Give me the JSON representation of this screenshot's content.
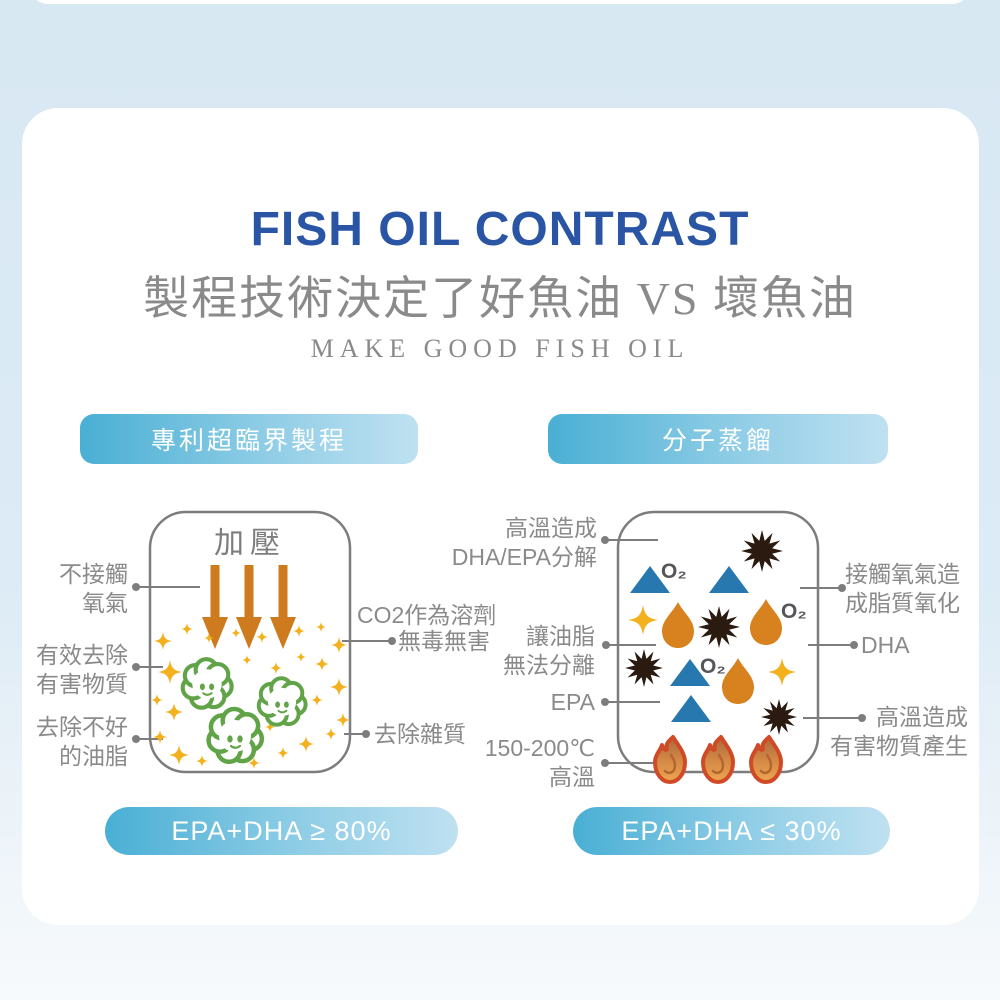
{
  "header": {
    "title": "FISH OIL CONTRAST",
    "subtitle": "製程技術決定了好魚油 VS 壞魚油",
    "tagline": "MAKE GOOD FISH OIL"
  },
  "left_panel": {
    "header": "專利超臨界製程",
    "box_label": "加壓",
    "callouts": {
      "no_oxygen": "不接觸\n氧氣",
      "remove_harmful": "有效去除\n有害物質",
      "remove_bad_fat": "去除不好\n的油脂",
      "co2_solvent": [
        "CO2作為溶劑",
        "無毒無害"
      ],
      "remove_impurities": "去除雜質"
    },
    "badge": "EPA+DHA ≥ 80%"
  },
  "right_panel": {
    "header": "分子蒸餾",
    "callouts": {
      "high_temp_decompose": "高溫造成\nDHA/EPA分解",
      "oil_cannot_separate": "讓油脂\n無法分離",
      "epa": "EPA",
      "temp_range": "150-200℃\n高溫",
      "oxygen_oxidation": "接觸氧氣造\n成脂質氧化",
      "dha": "DHA",
      "harmful_substances": "高溫造成\n有害物質產生",
      "o2": "O₂"
    },
    "badge": "EPA+DHA ≤ 30%"
  },
  "colors": {
    "title_blue": "#2a55a4",
    "text_gray": "#8a8a8a",
    "line_gray": "#7d7d7d",
    "badge_gradient_start": "#49afd4",
    "badge_gradient_end": "#bfe1f1",
    "arrow_orange": "#ce7a1e",
    "sparkle_yellow": "#f2b11d",
    "cluster_green": "#61a347",
    "triangle_blue": "#2878b0",
    "sun_black": "#2a1a10",
    "droplet_orange": "#d8821f",
    "flame_outline_red": "#d04a28",
    "background_blue": "#d8e8f3"
  }
}
